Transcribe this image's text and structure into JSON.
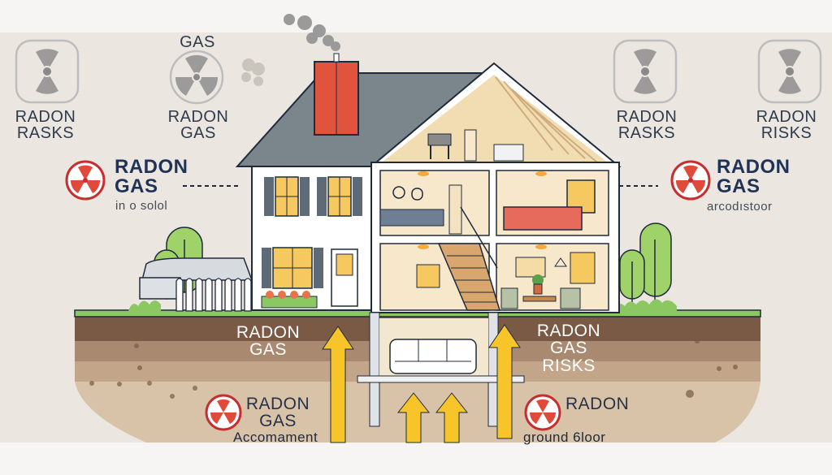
{
  "colors": {
    "background": "#ebe6df",
    "top_band": "#f6f5f3",
    "roof": "#7a858c",
    "chimney": "#e0533c",
    "wall": "#ffffff",
    "interior": "#f7e8cc",
    "window_glow": "#f5c860",
    "shutter": "#5e6a78",
    "outline": "#1f2a3c",
    "grass": "#8cc862",
    "tree": "#9fd36a",
    "soil_top": "#7a5a45",
    "soil_mid": "#a98a70",
    "soil_low": "#d9c3a8",
    "arrow": "#f7c52a",
    "warning_red": "#c62f2f",
    "sofa_red": "#e76b5c",
    "sofa_blue": "#6f7f93"
  },
  "icons": {
    "top_left": {
      "name": "radiation-icon",
      "label_line1": "RADON",
      "label_line2": "RASKS"
    },
    "top_center_left": {
      "name": "radiation-icon",
      "caption_above": "GAS",
      "label_line1": "RADON",
      "label_line2": "GAS"
    },
    "top_center_right": {
      "name": "radiation-icon",
      "label_line1": "RADON",
      "label_line2": "RASKS"
    },
    "top_right": {
      "name": "radiation-icon",
      "label_line1": "RADON",
      "label_line2": "RISKS"
    }
  },
  "callouts": {
    "left": {
      "title_line1": "RADON",
      "title_line2": "GAS",
      "subtitle": "in o solol"
    },
    "right": {
      "title_line1": "RADON",
      "title_line2": "GAS",
      "subtitle": "arcodıstoor"
    }
  },
  "underground": {
    "left_upper": {
      "line1": "RADON",
      "line2": "GAS"
    },
    "right_upper": {
      "line1": "RADON",
      "line2": "GAS",
      "line3": "RISKS"
    },
    "left_lower": {
      "line1": "RADON",
      "line2": "GAS",
      "subtitle": "Accomament"
    },
    "right_lower": {
      "line1": "RADON",
      "subtitle": "ground 6loor"
    }
  }
}
